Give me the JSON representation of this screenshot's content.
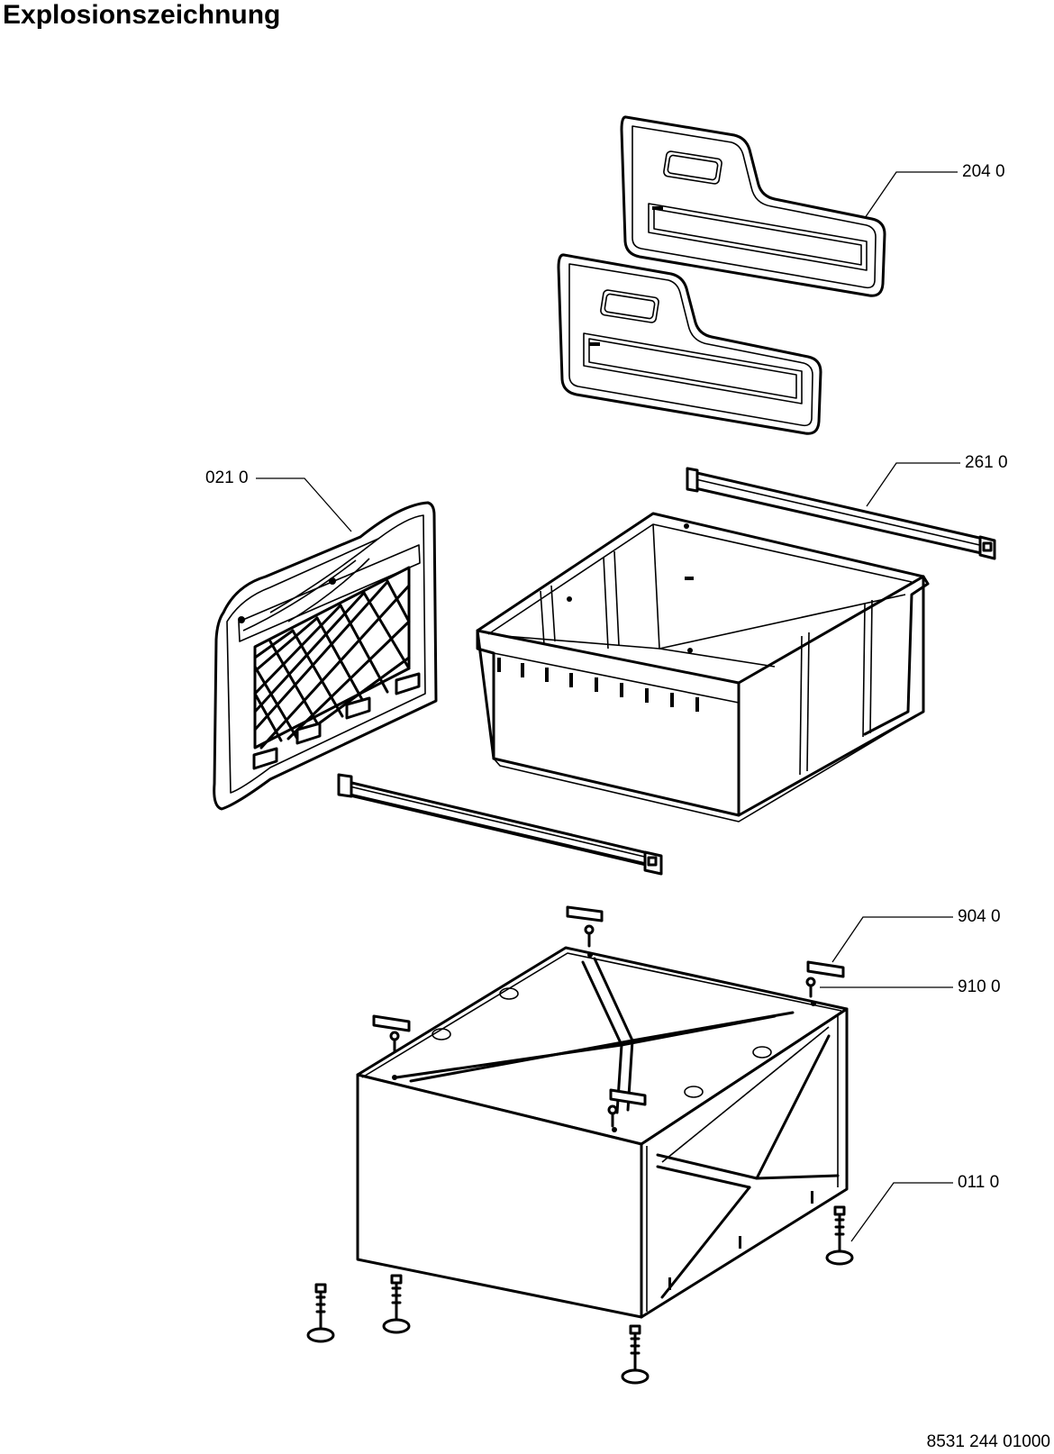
{
  "title": "Explosionszeichnung",
  "document_number": "8531 244 01000",
  "part_labels": [
    {
      "id": "204",
      "text": "204 0"
    },
    {
      "id": "261",
      "text": "261 0"
    },
    {
      "id": "021",
      "text": "021 0"
    },
    {
      "id": "904",
      "text": "904 0"
    },
    {
      "id": "910",
      "text": "910 0"
    },
    {
      "id": "011",
      "text": "011 0"
    }
  ]
}
